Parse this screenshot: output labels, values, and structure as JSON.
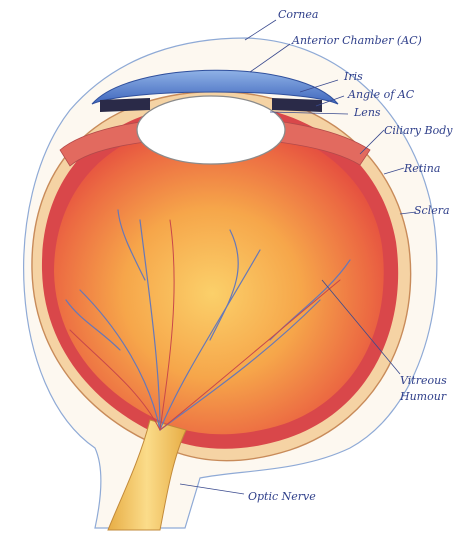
{
  "labels": {
    "cornea": "Cornea",
    "anterior_chamber": "Anterior Chamber (AC)",
    "iris": "Iris",
    "angle_of_ac": "Angle of AC",
    "lens": "Lens",
    "ciliary_body": "Ciliary Body",
    "retina": "Retina",
    "sclera": "Sclera",
    "vitreous_humour": [
      "Vitreous",
      "Humour"
    ],
    "optic_nerve": "Optic Nerve"
  },
  "colors": {
    "outline": "#7f9cc8",
    "sclera_fill": "#fbe3c4",
    "choroid": "#d94a4a",
    "vitreous_outer": "#e5434a",
    "vitreous_inner": "#f9c256",
    "cornea_blue": "#4a73c6",
    "lens_fill": "#ffffff",
    "vessel": "#6678b8",
    "nerve": "#f4c76a",
    "label": "#2f3f8a"
  }
}
